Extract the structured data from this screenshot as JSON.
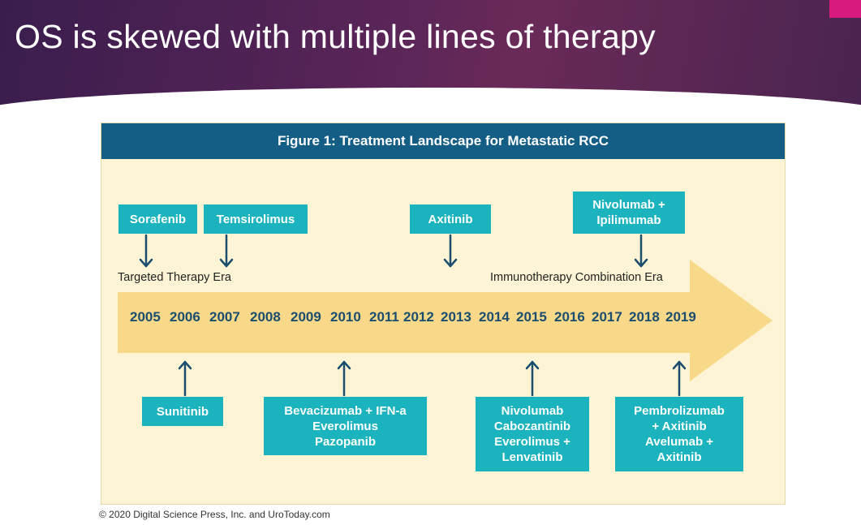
{
  "slide": {
    "title": "OS is skewed with multiple lines of therapy",
    "colors": {
      "header": "#5a2558",
      "accent": "#d8197e"
    }
  },
  "figure": {
    "title": "Figure 1: Treatment Landscape for Metastatic RCC",
    "colors": {
      "title_bar": "#145d85",
      "background": "#fdf4d6",
      "arrow": "#f8d98a",
      "box": "#1ab3be",
      "years": "#1b4d6e"
    },
    "eras": {
      "targeted": "Targeted Therapy Era",
      "immunotherapy": "Immunotherapy Combination Era"
    },
    "years": [
      "2005",
      "2006",
      "2007",
      "2008",
      "2009",
      "2010",
      "2011",
      "2012",
      "2013",
      "2014",
      "2015",
      "2016",
      "2017",
      "2018",
      "2019"
    ],
    "top_boxes": [
      {
        "text": "Sorafenib"
      },
      {
        "text": "Temsirolimus"
      },
      {
        "text": "Axitinib"
      },
      {
        "text": "Nivolumab +\nIpilimumab"
      }
    ],
    "bottom_boxes": [
      {
        "text": "Sunitinib"
      },
      {
        "text": "Bevacizumab + IFN-a\nEverolimus\nPazopanib"
      },
      {
        "text": "Nivolumab\nCabozantinib\nEverolimus +\nLenvatinib"
      },
      {
        "text": "Pembrolizumab\n+ Axitinib\nAvelumab +\nAxitinib"
      }
    ]
  },
  "copyright": "© 2020 Digital Science Press, Inc. and UroToday.com"
}
